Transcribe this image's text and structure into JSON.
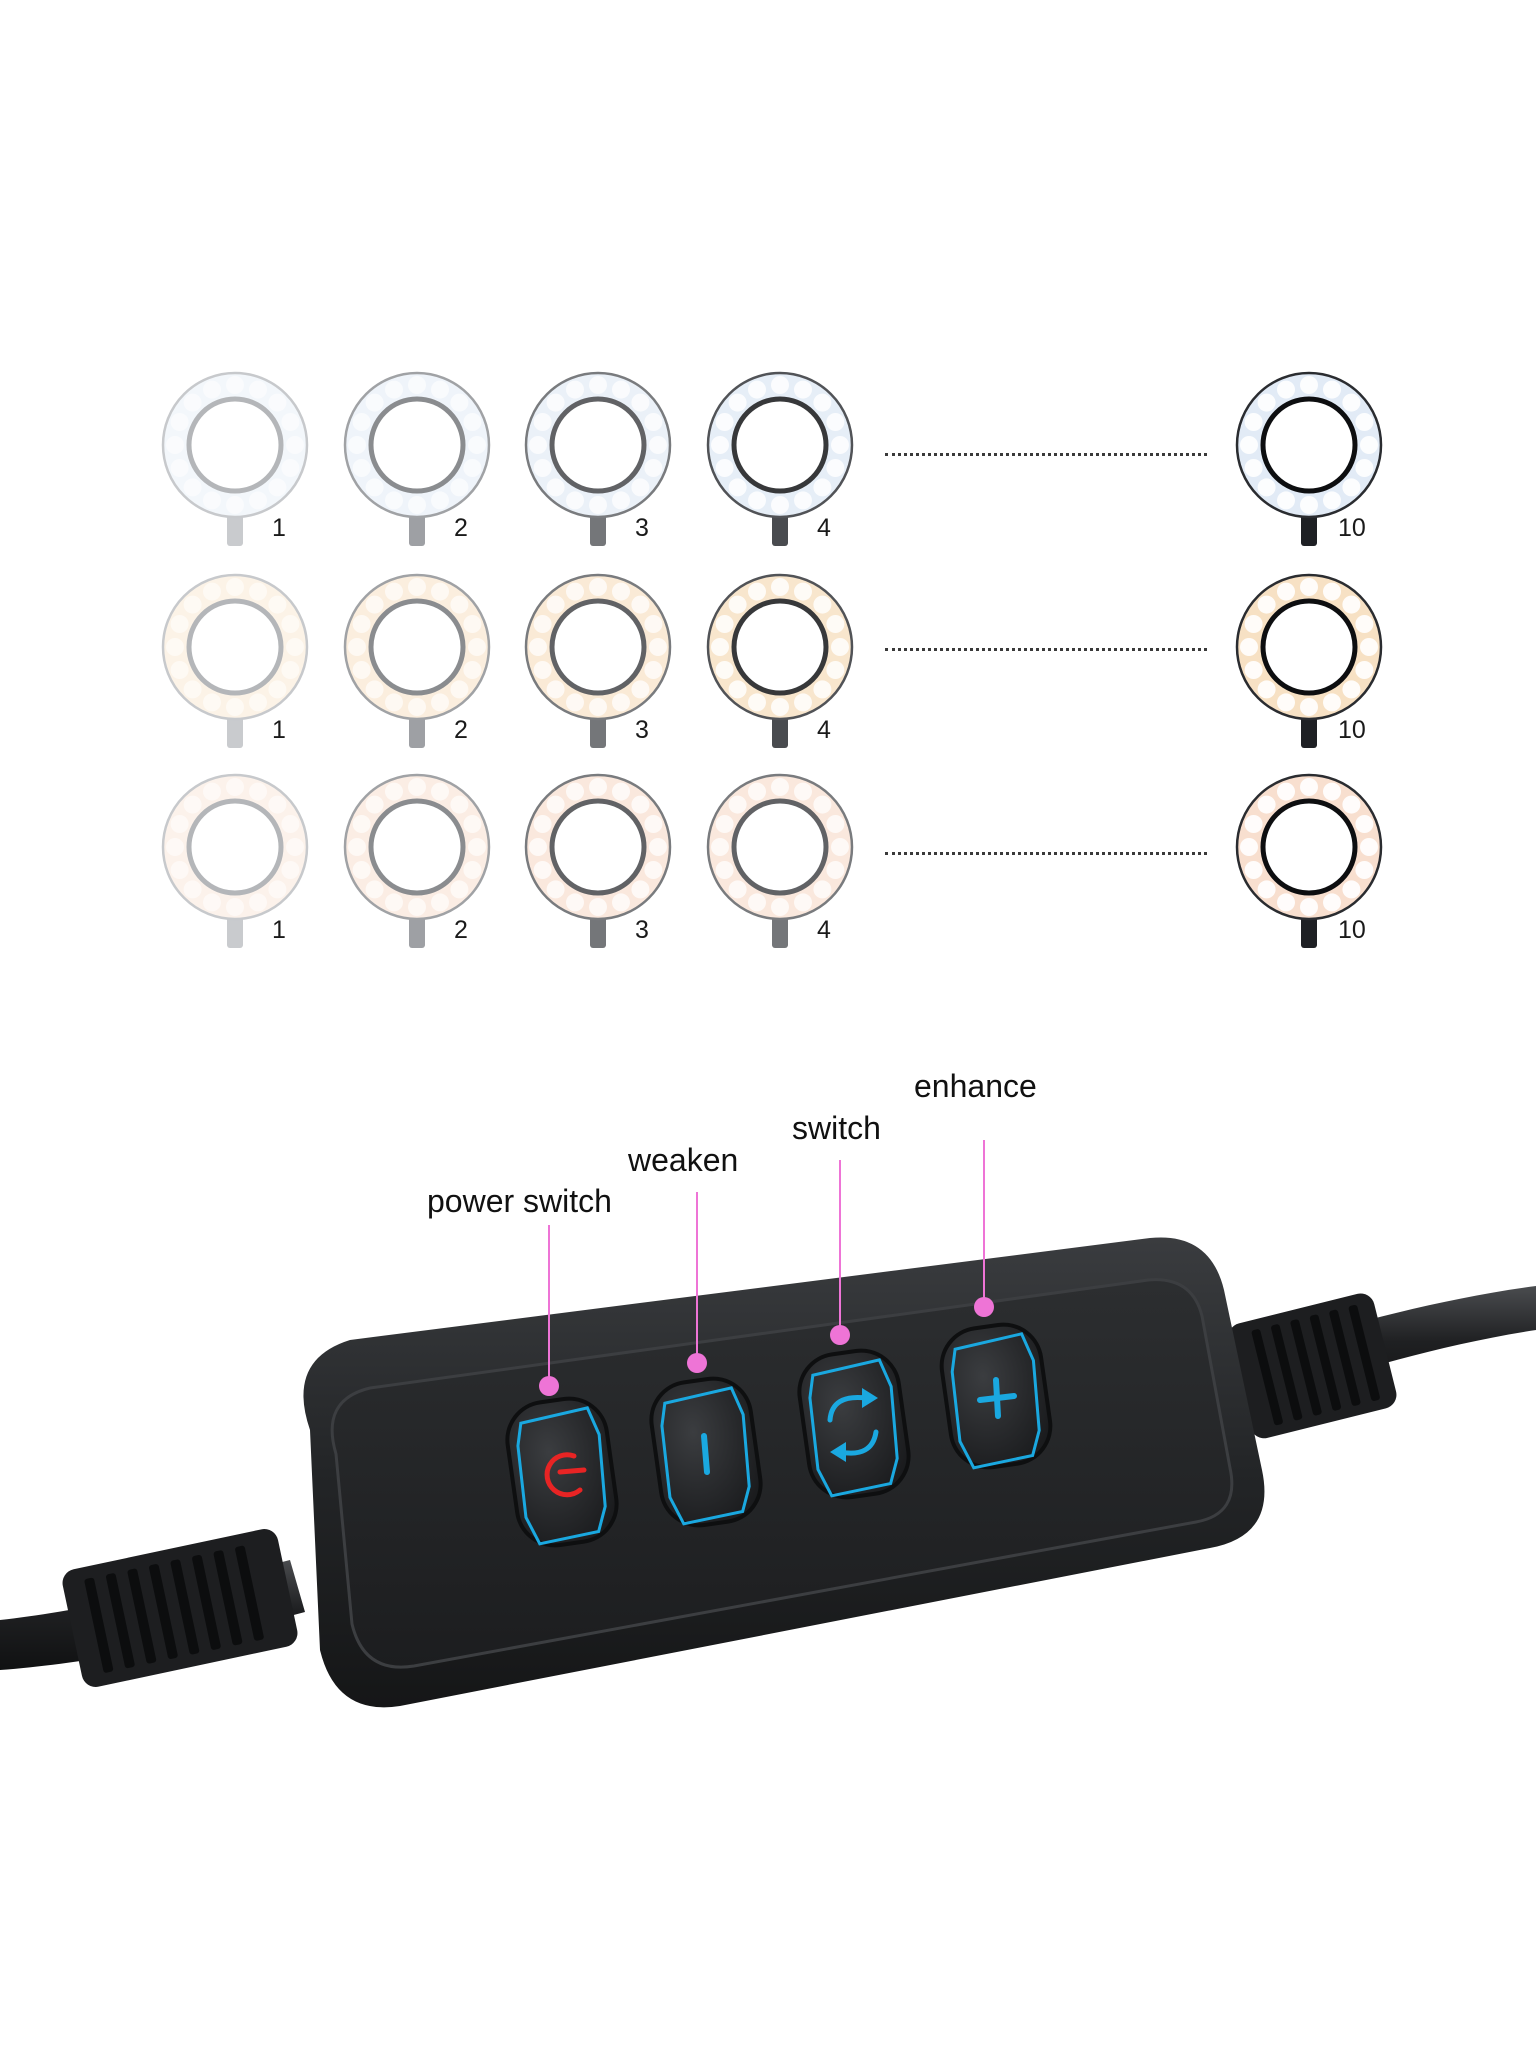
{
  "level_labels": [
    "1",
    "2",
    "3",
    "4",
    "10"
  ],
  "ring_rows": [
    {
      "tone": "cool",
      "levels": [
        "1",
        "2",
        "3",
        "4",
        "10"
      ]
    },
    {
      "tone": "warm",
      "levels": [
        "1",
        "2",
        "3",
        "4",
        "10"
      ]
    },
    {
      "tone": "neutral",
      "levels": [
        "1",
        "2",
        "3",
        "4",
        "10"
      ]
    }
  ],
  "callouts": {
    "power_switch": "power switch",
    "weaken": "weaken",
    "switch": "switch",
    "enhance": "enhance"
  },
  "colors": {
    "cool_tint": "#dde8f4",
    "warm_tint": "#f6dcba",
    "neutral_tint": "#f7d9c6",
    "callout_dot": "#ee74d6",
    "button_icon": "#1aa8e0",
    "power_icon": "#e82424",
    "controller_body": "#222426"
  },
  "icons": {
    "power": "power-icon",
    "weaken": "minus-icon",
    "switch": "cycle-arrows-icon",
    "enhance": "plus-icon"
  }
}
